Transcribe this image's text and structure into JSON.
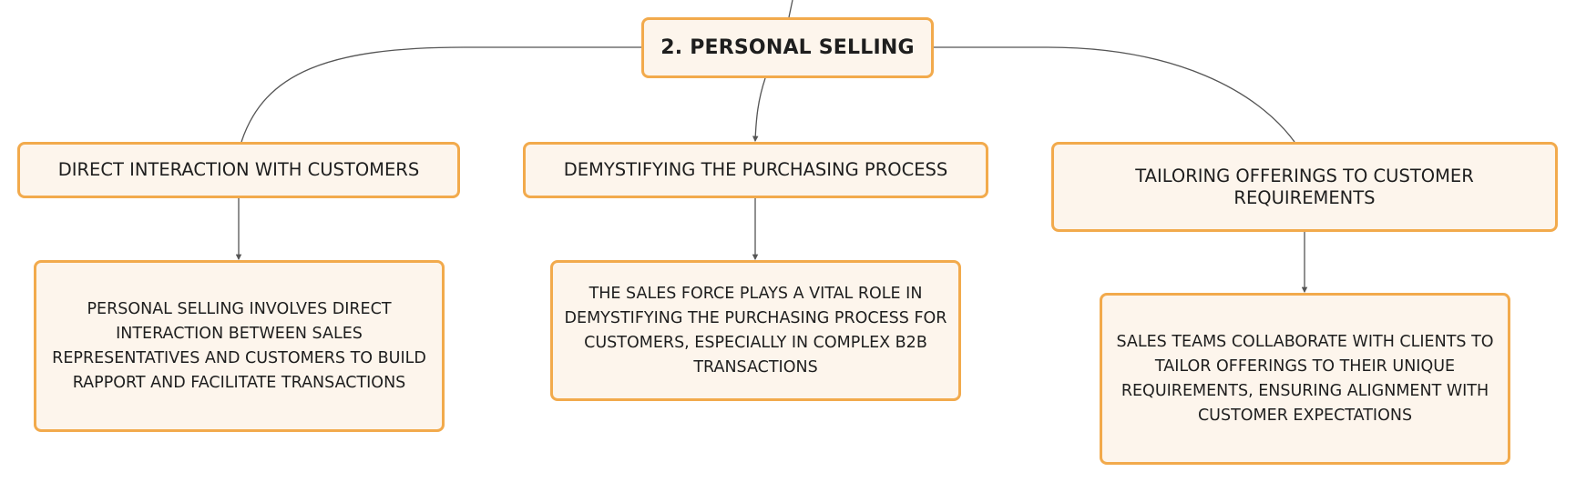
{
  "diagram": {
    "root": {
      "label": "2. PERSONAL SELLING"
    },
    "branches": [
      {
        "topic": "DIRECT INTERACTION WITH CUSTOMERS",
        "detail": "PERSONAL SELLING INVOLVES DIRECT INTERACTION BETWEEN SALES REPRESENTATIVES AND CUSTOMERS TO BUILD RAPPORT AND FACILITATE TRANSACTIONS"
      },
      {
        "topic": "DEMYSTIFYING THE PURCHASING PROCESS",
        "detail": "THE SALES FORCE PLAYS A VITAL ROLE IN DEMYSTIFYING THE PURCHASING PROCESS FOR CUSTOMERS, ESPECIALLY IN COMPLEX B2B TRANSACTIONS"
      },
      {
        "topic": "TAILORING OFFERINGS TO CUSTOMER REQUIREMENTS",
        "detail": "SALES TEAMS COLLABORATE WITH CLIENTS TO TAILOR OFFERINGS TO THEIR UNIQUE REQUIREMENTS, ENSURING ALIGNMENT WITH CUSTOMER EXPECTATIONS"
      }
    ]
  },
  "colors": {
    "node_border": "#f2aa4c",
    "node_fill": "#fdf5ec",
    "connector": "#555555",
    "text": "#1e1e1e"
  }
}
